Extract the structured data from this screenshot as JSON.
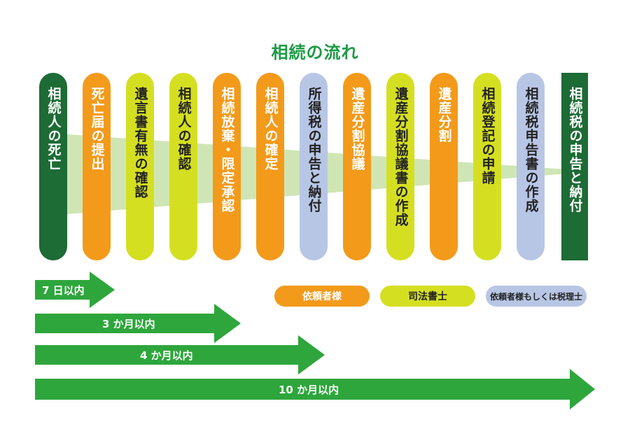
{
  "title": "相続の流れ",
  "colors": {
    "dark_green": "#1d6b35",
    "orange": "#f39a1b",
    "yellow_green": "#d5df21",
    "light_blue": "#b8c6e5",
    "arrow_green": "#2ea63c",
    "wedge": "#cfe6b4"
  },
  "steps": [
    {
      "label": "相続人の死亡",
      "color": "dark_green"
    },
    {
      "label": "死亡届の提出",
      "color": "orange"
    },
    {
      "label": "遺言書有無の確認",
      "color": "yellow_green"
    },
    {
      "label": "相続人の確認",
      "color": "yellow_green"
    },
    {
      "label": "相続放棄・限定承認",
      "color": "orange"
    },
    {
      "label": "相続人の確定",
      "color": "orange"
    },
    {
      "label": "所得税の申告と納付",
      "color": "light_blue"
    },
    {
      "label": "遺産分割協議",
      "color": "orange"
    },
    {
      "label": "遺産分割協議書の作成",
      "color": "yellow_green"
    },
    {
      "label": "遺産分割",
      "color": "orange"
    },
    {
      "label": "相続登記の申請",
      "color": "yellow_green"
    },
    {
      "label": "相続税申告書の作成",
      "color": "light_blue"
    },
    {
      "label": "相続税の申告と納付",
      "color": "dark_green"
    }
  ],
  "deadlines": [
    {
      "label": "7 日以内"
    },
    {
      "label": "3 か月以内"
    },
    {
      "label": "4 か月以内"
    },
    {
      "label": "10 か月以内"
    }
  ],
  "legend": [
    {
      "label": "依頼者様",
      "color": "orange"
    },
    {
      "label": "司法書士",
      "color": "yellow_green"
    },
    {
      "label": "依頼者様もしくは税理士",
      "color": "light_blue"
    }
  ]
}
